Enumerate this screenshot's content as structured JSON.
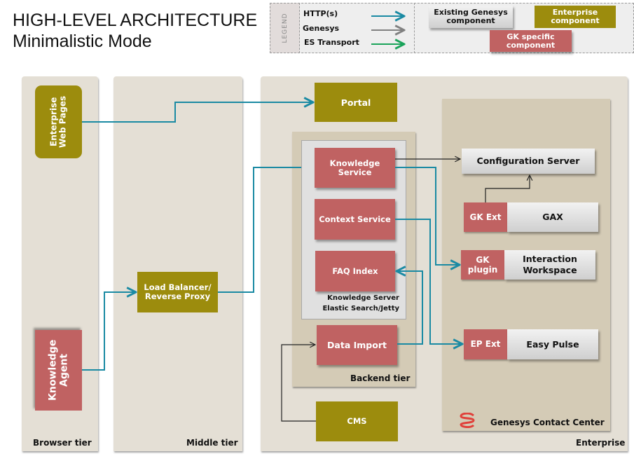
{
  "title": {
    "line1": "HIGH-LEVEL ARCHITECTURE",
    "line2": "Minimalistic Mode"
  },
  "legend": {
    "tab_label": "LEGEND",
    "connections": [
      {
        "label": "HTTP(s)",
        "color": "#1a8aa3"
      },
      {
        "label": "Genesys",
        "color": "#808080"
      },
      {
        "label": "ES Transport",
        "color": "#1aa35a"
      }
    ],
    "components": {
      "existing_genesys": "Existing Genesys component",
      "enterprise": "Enterprise component",
      "gk_specific": "GK specific component"
    }
  },
  "colors": {
    "gk_specific": "#c06262",
    "enterprise": "#9c8c0d",
    "tier_bg": "#e4dfd5",
    "sub_bg": "#d4cbb6",
    "http": "#1a8aa3",
    "genesys": "#333333"
  },
  "tiers": {
    "browser": "Browser tier",
    "middle": "Middle tier",
    "enterprise": "Enterprise",
    "backend": "Backend tier",
    "contact_center": "Genesys Contact Center",
    "knowledge_server_line1": "Knowledge Server",
    "knowledge_server_line2": "Elastic Search/Jetty"
  },
  "components": {
    "enterprise_web_pages": "Enterprise Web Pages",
    "knowledge_agent": "Knowledge Agent",
    "load_balancer": "Load Balancer/ Reverse Proxy",
    "portal": "Portal",
    "knowledge_service": "Knowledge Service",
    "context_service": "Context Service",
    "faq_index": "FAQ Index",
    "data_import": "Data Import",
    "cms": "CMS",
    "configuration_server": "Configuration Server",
    "gk_ext": "GK Ext",
    "gax": "GAX",
    "gk_plugin": "GK plugin",
    "interaction_workspace": "Interaction Workspace",
    "ep_ext": "EP Ext",
    "easy_pulse": "Easy Pulse"
  }
}
